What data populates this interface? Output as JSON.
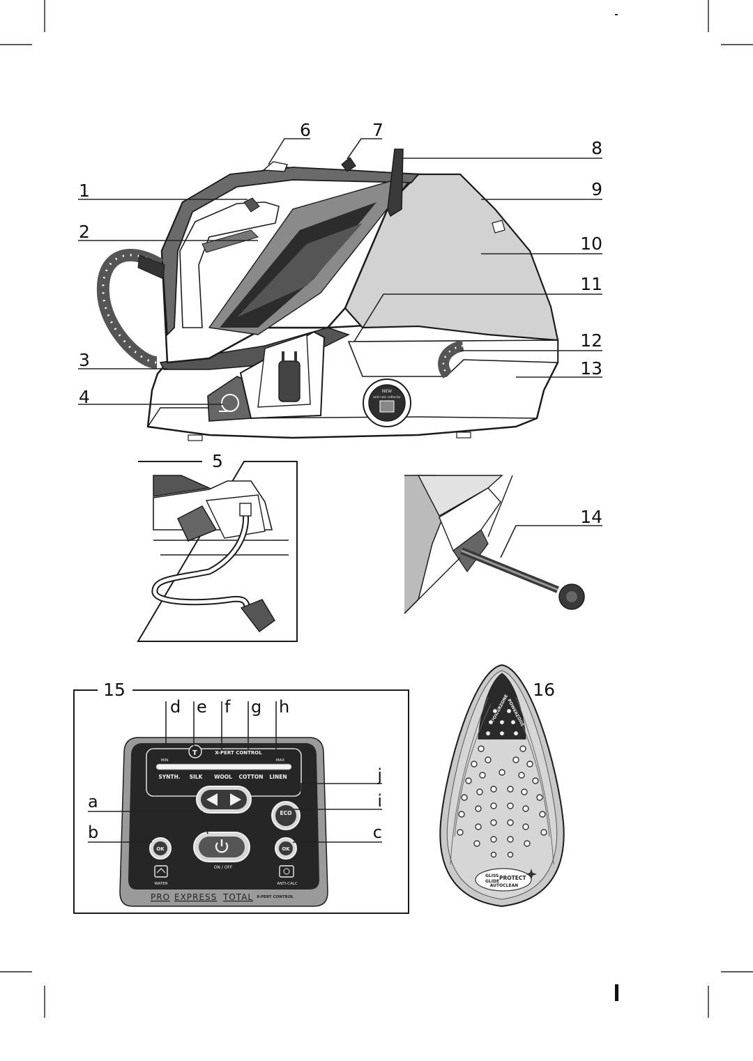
{
  "callouts": {
    "c1": "1",
    "c2": "2",
    "c3": "3",
    "c4": "4",
    "c5": "5",
    "c6": "6",
    "c7": "7",
    "c8": "8",
    "c9": "9",
    "c10": "10",
    "c11": "11",
    "c12": "12",
    "c13": "13",
    "c14": "14",
    "c15": "15",
    "c16": "16"
  },
  "panel_letters": {
    "a": "a",
    "b": "b",
    "c": "c",
    "d": "d",
    "e": "e",
    "f": "f",
    "g": "g",
    "h": "h",
    "i": "i",
    "j": "j"
  },
  "base_badge": {
    "line1": "NEW",
    "line2": "anti-calc collector"
  },
  "control_panel": {
    "header": "X-PERT CONTROL",
    "min": "MIN",
    "max": "MAX",
    "fabrics": [
      "SYNTH.",
      "SILK",
      "WOOL",
      "COTTON",
      "LINEN"
    ],
    "eco": "ECO",
    "ok_left": "OK",
    "ok_right": "OK",
    "on_off": "ON / OFF",
    "water": "WATER",
    "anti_calc": "ANTI-CALC",
    "brand_pro": "PRO",
    "brand_express": "EXPRESS",
    "brand_total": "TOTAL",
    "brand_suffix": "X-PERT CONTROL"
  },
  "soleplate": {
    "powerzone_left": "POWERZONE",
    "powerzone_right": "POWERZONE",
    "gliss": "GLISS",
    "glide": "GLIDE",
    "protect": "PROTECT",
    "autoclean": "AUTOCLEAN"
  },
  "icons": [
    "crop-mark",
    "power-icon",
    "water-tank-icon",
    "anti-calc-icon",
    "cord-storage-icon",
    "arrow-left-icon",
    "arrow-right-icon",
    "temperature-icon"
  ]
}
